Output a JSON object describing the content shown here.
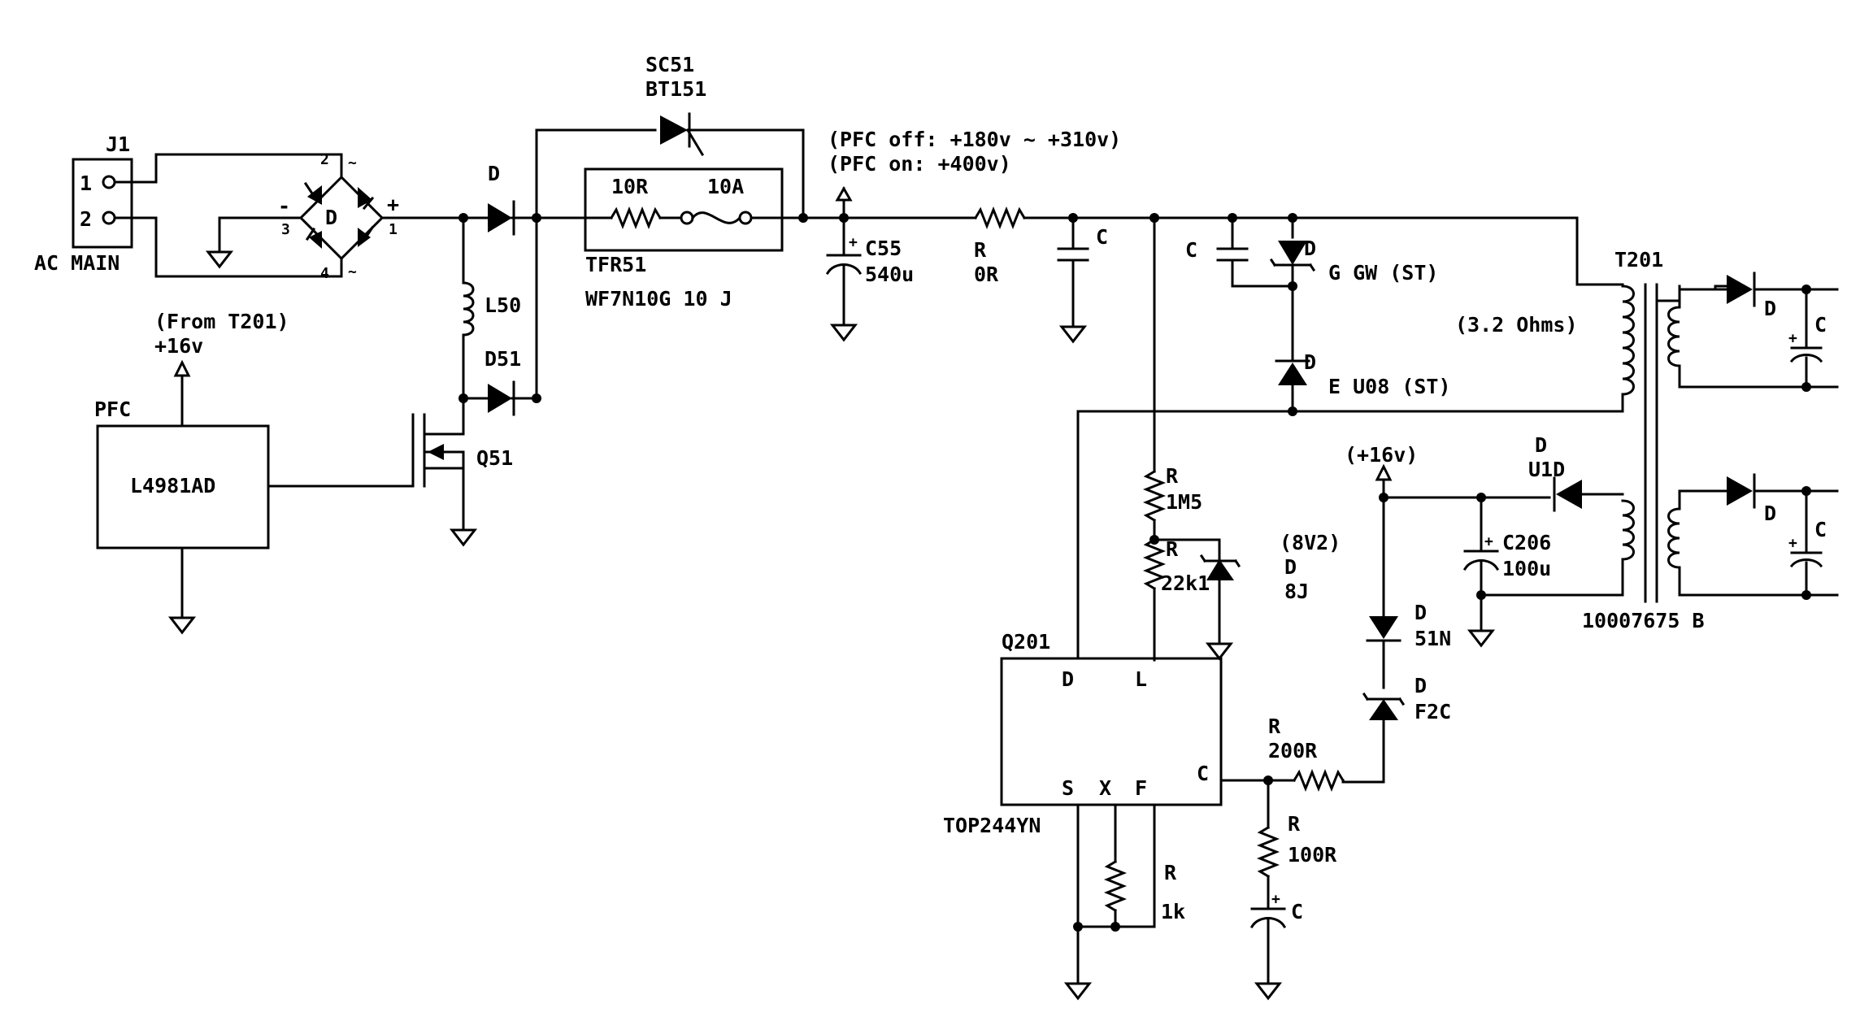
{
  "labels": {
    "j1": "J1",
    "j1_pin1": "1",
    "j1_pin2": "2",
    "ac_main": "AC MAIN",
    "bridge_pin1": "1",
    "bridge_pin2": "2",
    "bridge_pin3": "3",
    "bridge_pin4": "4",
    "bridge_plus": "+",
    "bridge_minus": "-",
    "bridge_tilde_top": "~",
    "bridge_tilde_bottom": "~",
    "bridge_ref": "D",
    "d_ref": "D",
    "sc51_ref": "SC51",
    "sc51_part": "BT151",
    "r10r": "10R",
    "f10a": "10A",
    "tfr51": "TFR51",
    "wf7n10g": "WF7N10G 10 J",
    "pfc_off": "(PFC off: +180v ~ +310v)",
    "pfc_on": "(PFC on: +400v)",
    "c55_ref": "C55",
    "c55_val": "540u",
    "r_top_ref": "R",
    "r_top_val": "0R",
    "c_top": "C",
    "c_clamp": "C",
    "d_gw_ref": "D",
    "d_gw_val": "G GW (ST)",
    "d_u08_ref": "D",
    "d_u08_val": "E U08 (ST)",
    "t201": "T201",
    "ohms": "(3.2 Ohms)",
    "l50": "L50",
    "d51": "D51",
    "from_t201": "(From T201)",
    "plus16_pfc": "+16v",
    "pfc": "PFC",
    "l4981ad": "L4981AD",
    "q51": "Q51",
    "r1m5_ref": "R",
    "r1m5_val": "1M5",
    "r22k1_ref": "R",
    "r22k1_val": "22k1",
    "d8j_note": "(8V2)",
    "d8j_ref": "D",
    "d8j_val": "8J",
    "plus16_aux": "(+16v)",
    "du1d_ref": "D",
    "du1d_val": "U1D",
    "c206_ref": "C206",
    "c206_val": "100u",
    "transformer_part": "10007675 B",
    "d51n_ref": "D",
    "d51n_val": "51N",
    "df2c_ref": "D",
    "df2c_val": "F2C",
    "q201": "Q201",
    "pin_d": "D",
    "pin_l": "L",
    "pin_s": "S",
    "pin_x": "X",
    "pin_f": "F",
    "pin_c": "C",
    "top244yn": "TOP244YN",
    "r200r_ref": "R",
    "r200r_val": "200R",
    "r100r_ref": "R",
    "r100r_val": "100R",
    "c_comp": "C",
    "r1k_ref": "R",
    "r1k_val": "1k",
    "d_out1": "D",
    "c_out1": "C",
    "d_out2": "D",
    "c_out2": "C"
  }
}
